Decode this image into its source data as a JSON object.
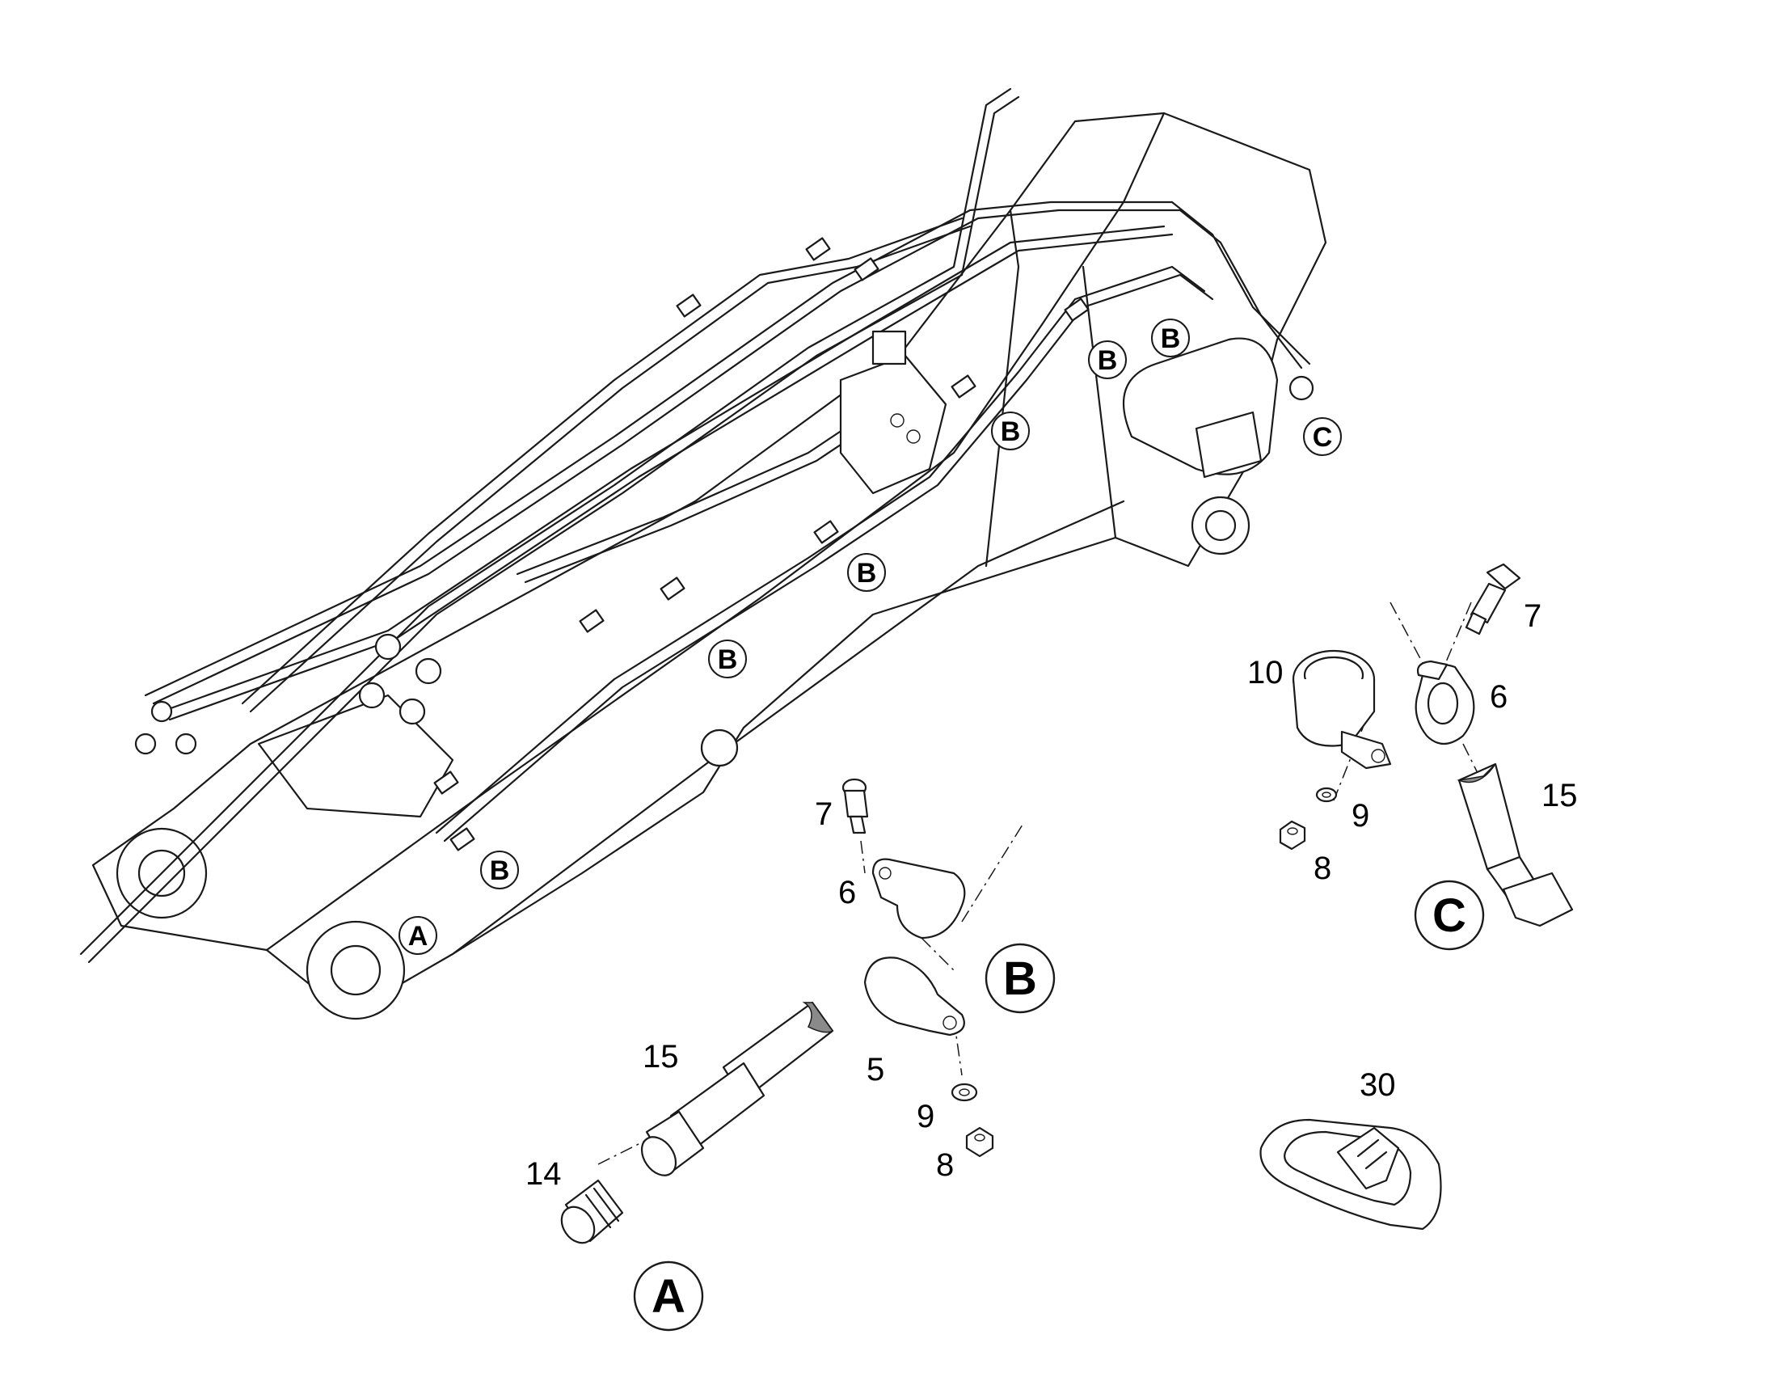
{
  "callouts_small": [
    "A",
    "B",
    "C"
  ],
  "detail_views": {
    "a": {
      "label": "A",
      "parts": {
        "fitting": "14",
        "hose": "15"
      }
    },
    "b": {
      "label": "B",
      "parts": {
        "bolt": "7",
        "clamp_upper": "6",
        "clamp_lower": "5",
        "washer": "9",
        "nut": "8"
      }
    },
    "c": {
      "label": "C",
      "parts": {
        "bolt": "7",
        "clamp_half": "6",
        "clamp": "10",
        "washer": "9",
        "nut": "8",
        "hose": "15"
      }
    },
    "strap": {
      "part": "30"
    }
  }
}
